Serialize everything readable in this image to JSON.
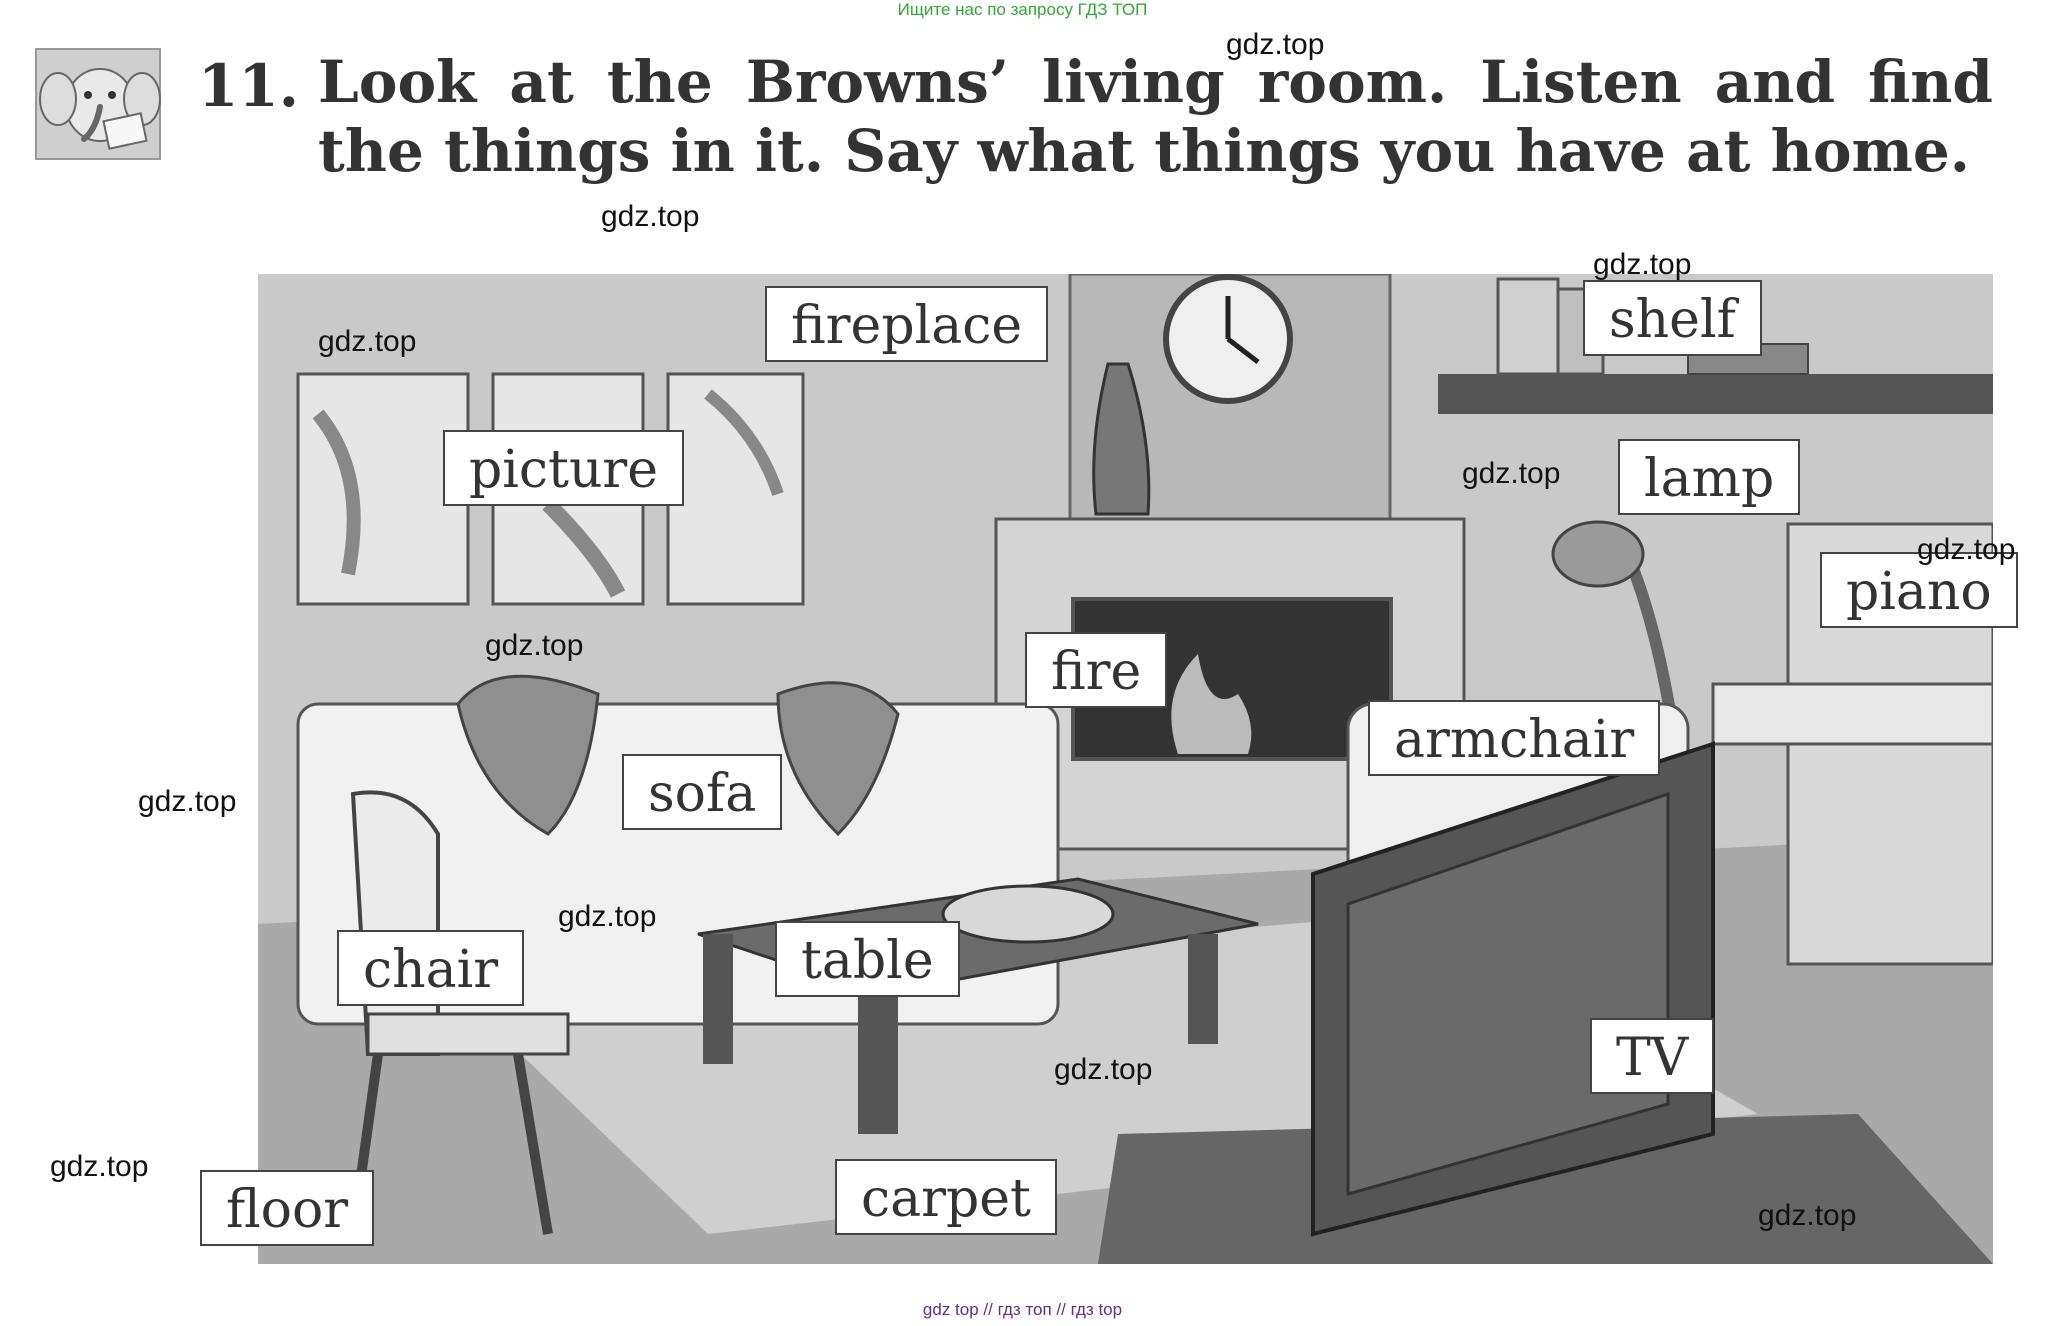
{
  "banner": "Ищите нас по запросу ГДЗ ТОП",
  "task": {
    "number": "11.",
    "text": "Look at the Browns’ living room. Listen and find the things in it. Say what things you have at home."
  },
  "labels": {
    "fireplace": "fireplace",
    "picture": "picture",
    "shelf": "shelf",
    "lamp": "lamp",
    "piano": "piano",
    "fire": "fire",
    "armchair": "armchair",
    "sofa": "sofa",
    "chair": "chair",
    "table": "table",
    "tv": "TV",
    "floor": "floor",
    "carpet": "carpet"
  },
  "watermark": "gdz.top",
  "footer": "gdz top  //  гдз топ  //  гдз top",
  "icons": {
    "mascot": "elephant-reading-icon"
  }
}
